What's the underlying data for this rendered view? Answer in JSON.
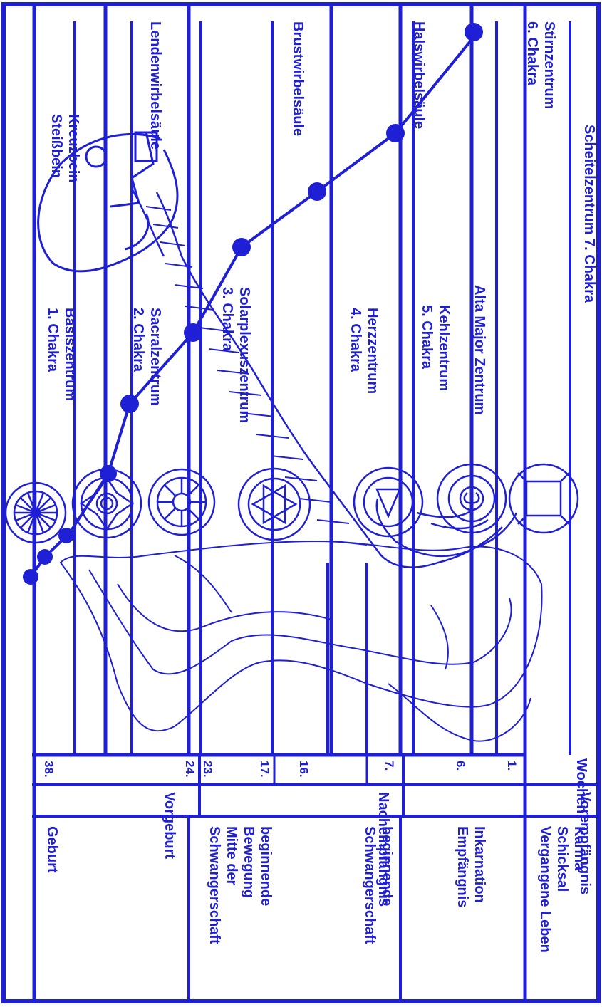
{
  "colors": {
    "ink": "#1f1fd6",
    "paper": "#ffffff"
  },
  "regions": [
    {
      "title": "Scheitelzentrum  7. Chakra"
    },
    {
      "title_line1": "Stirnzentrum",
      "title_line2": "6. Chakra"
    },
    {
      "title": "Alta Major Zentrum"
    },
    {
      "title_line1": "Kehlzentrum",
      "title_line2": "5. Chakra"
    },
    {
      "title_line1": "Herzzentrum",
      "title_line2": "4. Chakra"
    },
    {
      "title_line1": "Solarplexuszentrum",
      "title_line2": "3. Chakra"
    },
    {
      "title_line1": "Sacralzentrum",
      "title_line2": "2. Chakra"
    },
    {
      "title_line1": "Basiszentrum",
      "title_line2": "1. Chakra"
    }
  ],
  "spine": {
    "halswirbel": "Halswirbelsäule",
    "brustwirbel": "Brustwirbelsäule",
    "lendenwirbel": "Lendenwirbelsäule",
    "kreuzbein": "Kreuzbein",
    "steissbein": "Steißbein"
  },
  "weeks": {
    "label": "Wochen",
    "ticks": [
      "1.",
      "6.",
      "7.",
      "16.",
      "17.",
      "23.",
      "24.",
      "38."
    ]
  },
  "phases": {
    "vor": "Vorempfängnis",
    "nach": "Nachempfängnis",
    "geburt": "Vorgeburt"
  },
  "bottom": {
    "karma": [
      "Karma",
      "Schicksal",
      "Vergangene Leben"
    ],
    "inkarnation": [
      "Inkarnation",
      "Empfängnis"
    ],
    "beginn": [
      "beginnende",
      "Schwangerschaft"
    ],
    "mitte": [
      "beginnende",
      "Bewegung",
      "Mitte der",
      "Schwangerschaft"
    ],
    "geburt": [
      "Geburt"
    ]
  }
}
